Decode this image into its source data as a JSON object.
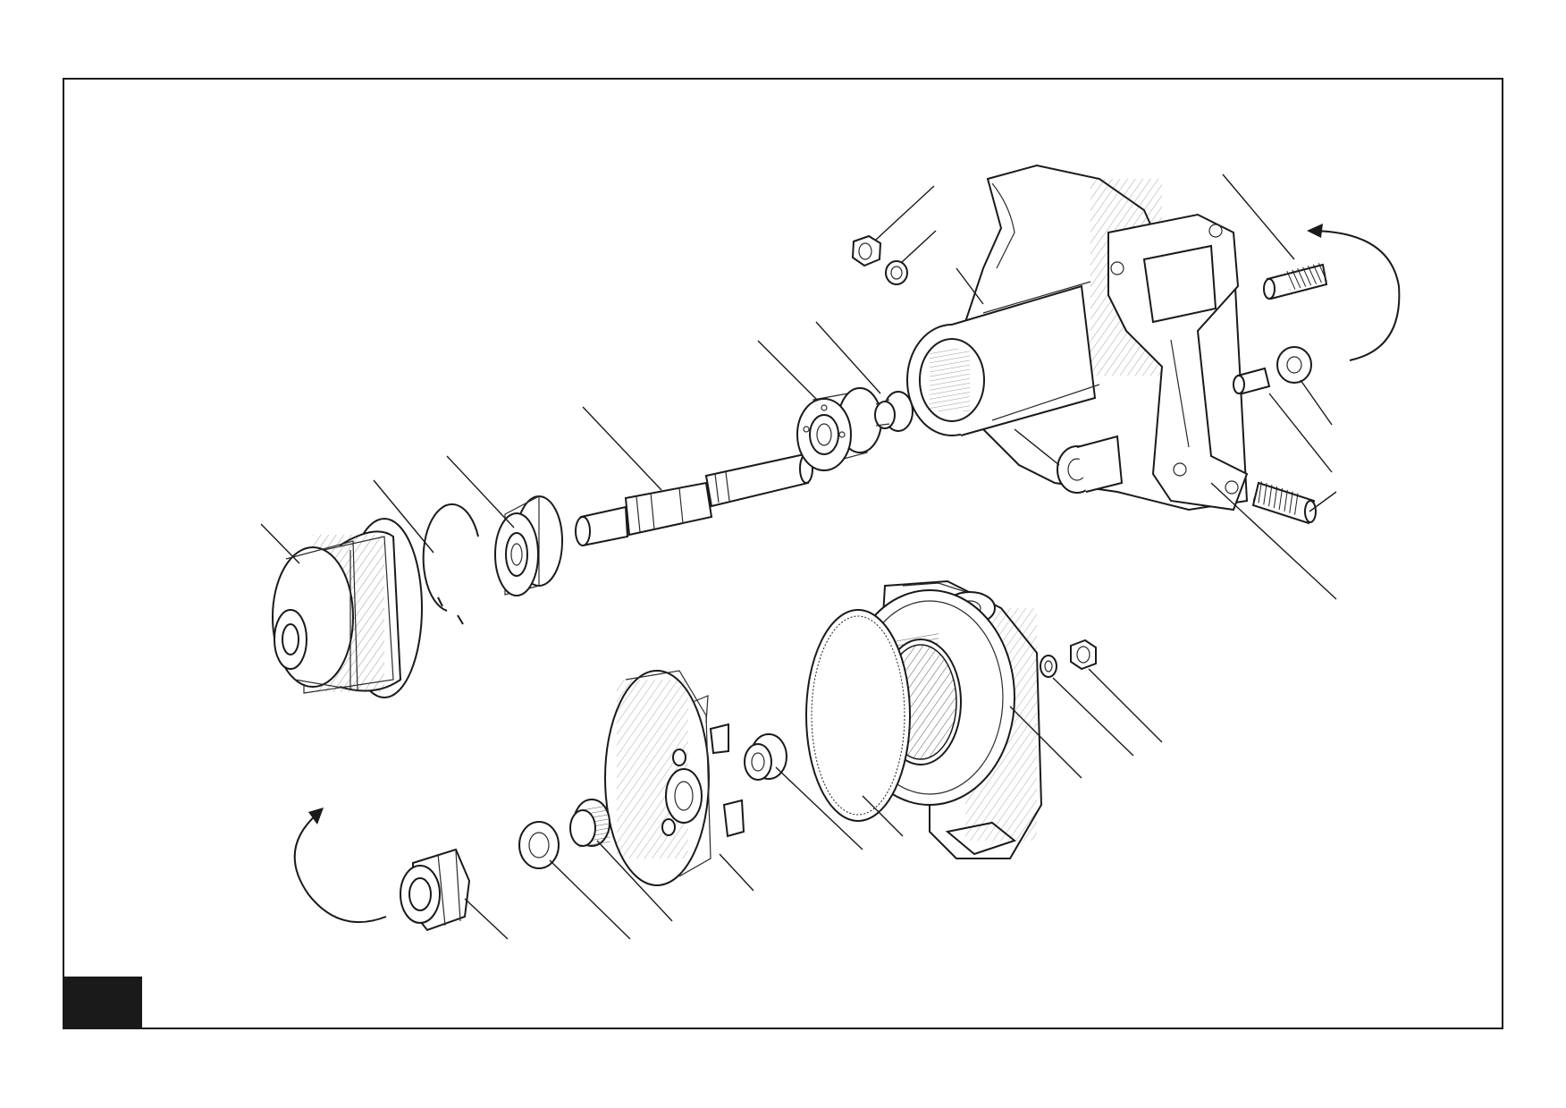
{
  "diagram": {
    "colors": {
      "ink": "#1a1a1a",
      "paper": "#ffffff"
    },
    "parts": [
      "pulley-hub",
      "circlip",
      "outer-ball-bearing",
      "pump-shaft",
      "inner-ball-bearing",
      "seal-bush",
      "nut-top",
      "spring-washer-top",
      "pump-housing",
      "gasket",
      "stud-top",
      "plain-washer",
      "dowel-sleeve",
      "stud-bottom",
      "rear-cover",
      "o-ring",
      "spring-washer-bottom",
      "nut-bottom",
      "impeller",
      "impeller-seal",
      "taper-bearing",
      "spacer-ring",
      "drive-nut"
    ]
  }
}
